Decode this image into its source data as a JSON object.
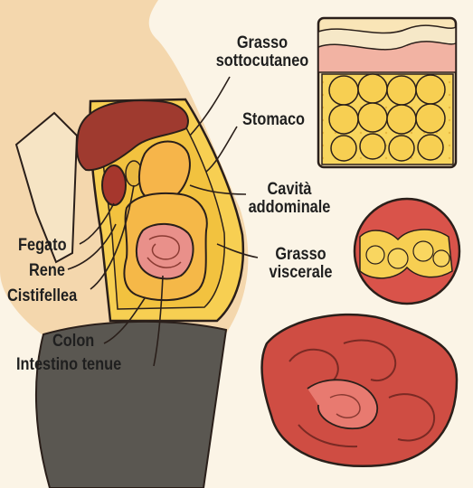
{
  "labels": {
    "grasso_sottocutaneo_1": "Grasso",
    "grasso_sottocutaneo_2": "sottocutaneo",
    "stomaco": "Stomaco",
    "cavita_1": "Cavità",
    "cavita_2": "addominale",
    "grasso_viscerale_1": "Grasso",
    "grasso_viscerale_2": "viscerale",
    "fegato": "Fegato",
    "rene": "Rene",
    "cistifellea": "Cistifellea",
    "colon": "Colon",
    "intestino_tenue": "Intestino tenue"
  },
  "colors": {
    "background": "#fbf4e6",
    "skin": "#f4d7ad",
    "fat": "#f7cf52",
    "fat_light": "#fbe58a",
    "organ_red": "#c8493d",
    "liver": "#9f3a2f",
    "pants": "#5a5751",
    "outline": "#2a1f1a"
  }
}
